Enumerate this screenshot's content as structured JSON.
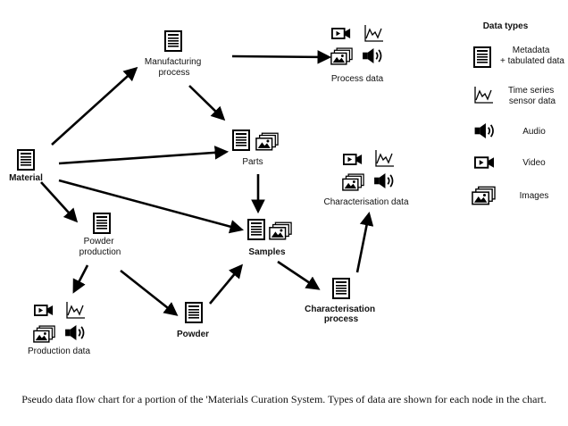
{
  "nodes": {
    "manufacturing": "Manufacturing\nprocess",
    "process_data": "Process data",
    "material": "Material",
    "parts": "Parts",
    "powder_production": "Powder\nproduction",
    "samples": "Samples",
    "characterisation_data": "Characterisation data",
    "characterisation_process": "Characterisation\nprocess",
    "powder": "Powder",
    "production_data": "Production data"
  },
  "legend": {
    "title": "Data types",
    "metadata": "Metadata\n+ tabulated data",
    "time_series": "Time series\nsensor data",
    "audio": "Audio",
    "video": "Video",
    "images": "Images"
  },
  "caption": "Pseudo data flow chart for a  portion of the 'Materials Curation System. Types of data are shown for each node in the chart.",
  "icons": [
    "document-icon",
    "line-chart-icon",
    "speaker-icon",
    "video-camera-icon",
    "images-icon"
  ]
}
